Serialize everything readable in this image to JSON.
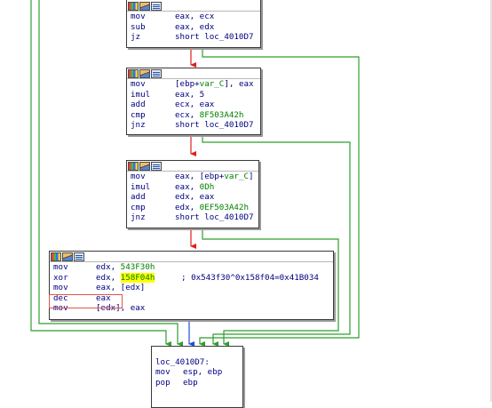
{
  "edge_colors": {
    "false": "#2e9e2e",
    "true": "#e0201a",
    "unconditional": "#1f4fd6",
    "marker_box": "#e0554a"
  },
  "header_icons": [
    "color-palette-icon",
    "edit-node-icon",
    "node-listing-icon"
  ],
  "nodes": [
    {
      "lines": [
        {
          "mnemonic": "mov",
          "operand": "eax, ecx"
        },
        {
          "mnemonic": "sub",
          "operand": "eax, edx"
        },
        {
          "mnemonic": "jz",
          "operand": "short loc_4010D7"
        }
      ]
    },
    {
      "lines": [
        {
          "mnemonic": "mov",
          "operand": "[ebp+",
          "var": "var_C",
          "tail": "], eax"
        },
        {
          "mnemonic": "imul",
          "operand": "eax, 5"
        },
        {
          "mnemonic": "add",
          "operand": "ecx, eax"
        },
        {
          "mnemonic": "cmp",
          "operand": "ecx, ",
          "num": "8F503A42h"
        },
        {
          "mnemonic": "jnz",
          "operand": "short loc_4010D7"
        }
      ]
    },
    {
      "lines": [
        {
          "mnemonic": "mov",
          "operand": "eax, [ebp+",
          "var": "var_C",
          "tail": "]"
        },
        {
          "mnemonic": "imul",
          "operand": "eax, ",
          "num": "0Dh"
        },
        {
          "mnemonic": "add",
          "operand": "edx, eax"
        },
        {
          "mnemonic": "cmp",
          "operand": "edx, ",
          "num": "0EF503A42h"
        },
        {
          "mnemonic": "jnz",
          "operand": "short loc_4010D7"
        }
      ]
    },
    {
      "lines": [
        {
          "mnemonic": "mov",
          "operand": "edx, ",
          "num": "543F30h"
        },
        {
          "mnemonic": "xor",
          "operand": "edx, ",
          "highlight": "158F04h",
          "comment": "; 0x543f30^0x158f04=0x41B034"
        },
        {
          "mnemonic": "mov",
          "operand": "eax, [edx]"
        },
        {
          "mnemonic": "dec",
          "operand": "eax"
        },
        {
          "mnemonic": "mov",
          "operand": "[edx], eax"
        }
      ]
    },
    {
      "lines": [
        {
          "label": ""
        },
        {
          "label": "loc_4010D7:"
        },
        {
          "mnemonic": "mov",
          "operand": "esp, ebp"
        },
        {
          "mnemonic": "pop",
          "operand": "ebp"
        }
      ]
    }
  ]
}
